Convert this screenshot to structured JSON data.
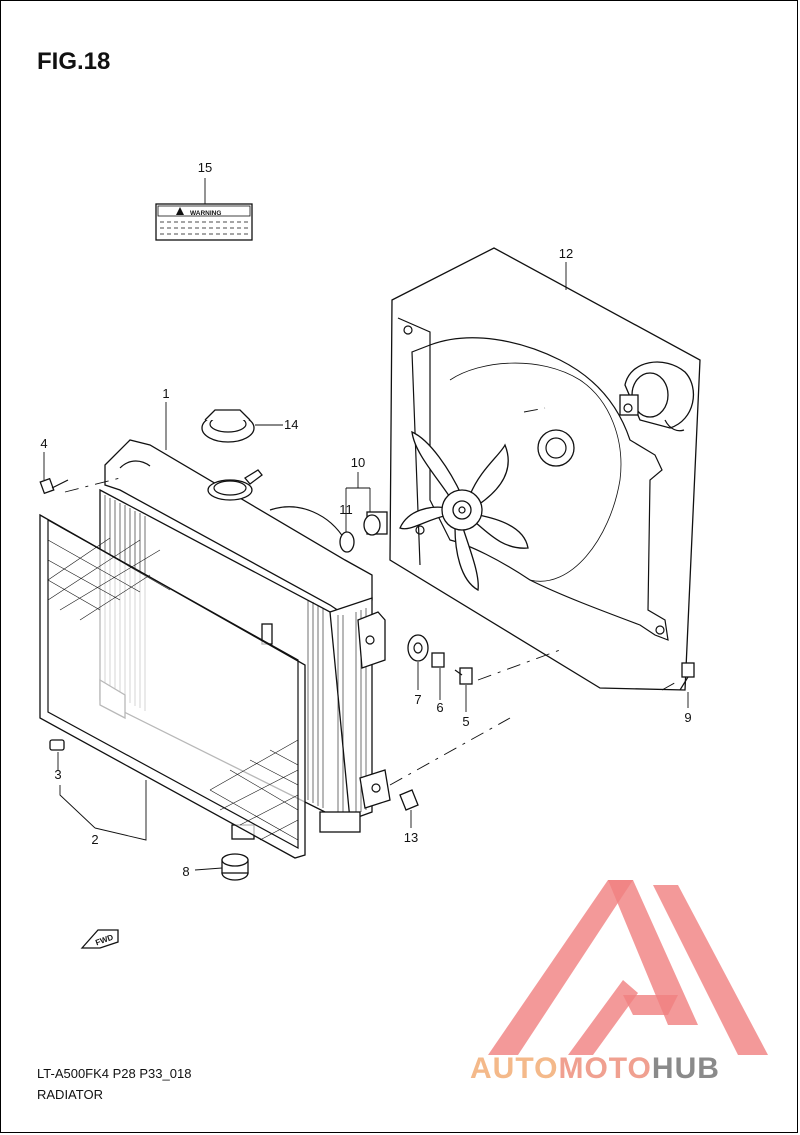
{
  "figure": {
    "title": "FIG.18"
  },
  "labels": {
    "code": "LT-A500FK4 P28 P33_018",
    "section": "RADIATOR"
  },
  "warning_label_text": "WARNING",
  "fwd_text": "FWD",
  "callouts": {
    "c1": "1",
    "c2": "2",
    "c3": "3",
    "c4": "4",
    "c5": "5",
    "c6": "6",
    "c7": "7",
    "c8": "8",
    "c9": "9",
    "c10": "10",
    "c11": "11",
    "c12": "12",
    "c13": "13",
    "c14": "14",
    "c15": "15"
  },
  "watermark": {
    "part1": "AUTO",
    "part2": "MOTO",
    "part3": "HUB",
    "colors": {
      "triangle": "#f08080",
      "auto": "#f4b98a",
      "moto": "#f0a090",
      "hub": "#8a8a8a"
    }
  }
}
